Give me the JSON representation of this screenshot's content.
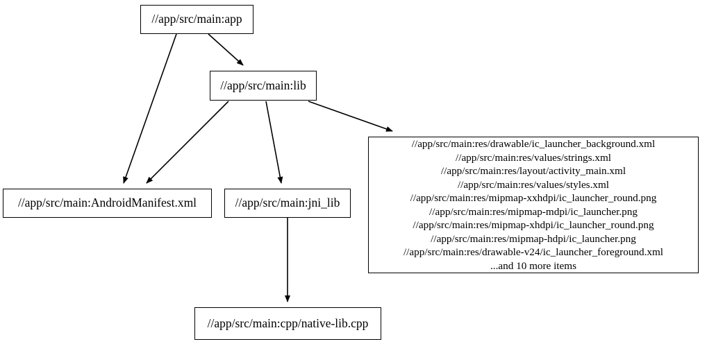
{
  "graph": {
    "type": "directed-dependency-graph",
    "background_color": "#ffffff",
    "node_border_color": "#000000",
    "node_fill_color": "#ffffff",
    "edge_color": "#000000",
    "nodes": [
      {
        "id": "app",
        "label": "//app/src/main:app",
        "multiline": false
      },
      {
        "id": "lib",
        "label": "//app/src/main:lib",
        "multiline": false
      },
      {
        "id": "manifest",
        "label": "//app/src/main:AndroidManifest.xml",
        "multiline": false
      },
      {
        "id": "jni_lib",
        "label": "//app/src/main:jni_lib",
        "multiline": false
      },
      {
        "id": "res_group",
        "label": "//app/src/main:res/drawable/ic_launcher_background.xml\n//app/src/main:res/values/strings.xml\n//app/src/main:res/layout/activity_main.xml\n//app/src/main:res/values/styles.xml\n//app/src/main:res/mipmap-xxhdpi/ic_launcher_round.png\n//app/src/main:res/mipmap-mdpi/ic_launcher.png\n//app/src/main:res/mipmap-xhdpi/ic_launcher_round.png\n//app/src/main:res/mipmap-hdpi/ic_launcher.png\n//app/src/main:res/drawable-v24/ic_launcher_foreground.xml\n...and 10 more items",
        "multiline": true,
        "lines": [
          "//app/src/main:res/drawable/ic_launcher_background.xml",
          "//app/src/main:res/values/strings.xml",
          "//app/src/main:res/layout/activity_main.xml",
          "//app/src/main:res/values/styles.xml",
          "//app/src/main:res/mipmap-xxhdpi/ic_launcher_round.png",
          "//app/src/main:res/mipmap-mdpi/ic_launcher.png",
          "//app/src/main:res/mipmap-xhdpi/ic_launcher_round.png",
          "//app/src/main:res/mipmap-hdpi/ic_launcher.png",
          "//app/src/main:res/drawable-v24/ic_launcher_foreground.xml",
          "...and 10 more items"
        ],
        "overflow_note": "...and 10 more items",
        "overflow_count": 10
      },
      {
        "id": "native_lib_cpp",
        "label": "//app/src/main:cpp/native-lib.cpp",
        "multiline": false
      }
    ],
    "edges": [
      {
        "from": "app",
        "to": "manifest"
      },
      {
        "from": "app",
        "to": "lib"
      },
      {
        "from": "lib",
        "to": "manifest"
      },
      {
        "from": "lib",
        "to": "jni_lib"
      },
      {
        "from": "lib",
        "to": "res_group"
      },
      {
        "from": "jni_lib",
        "to": "native_lib_cpp"
      }
    ]
  }
}
